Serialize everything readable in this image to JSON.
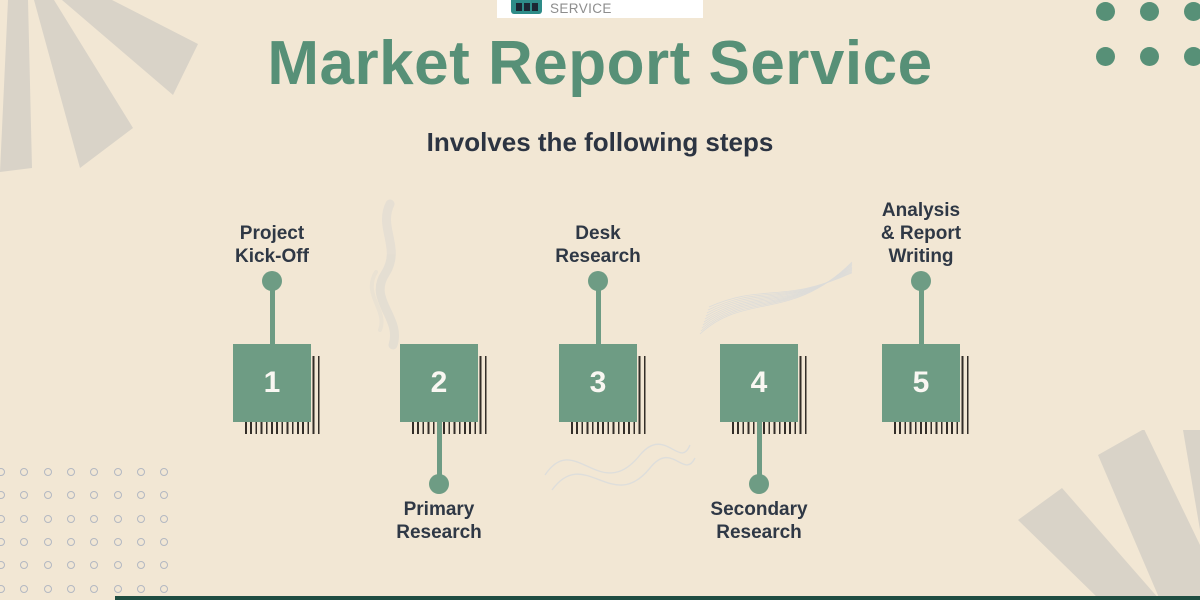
{
  "logo": {
    "icon": "bar-chart-icon",
    "text": "SERVICE"
  },
  "header": {
    "title": "Market Report Service",
    "subtitle": "Involves the following steps"
  },
  "steps": [
    {
      "number": "1",
      "label": "Project\nKick-Off",
      "label_position": "above"
    },
    {
      "number": "2",
      "label": "Primary\nResearch",
      "label_position": "below"
    },
    {
      "number": "3",
      "label": "Desk\nResearch",
      "label_position": "above"
    },
    {
      "number": "4",
      "label": "Secondary\nResearch",
      "label_position": "below"
    },
    {
      "number": "5",
      "label": "Analysis\n& Report\nWriting",
      "label_position": "above"
    }
  ],
  "colors": {
    "background": "#f2e7d4",
    "title_green": "#579077",
    "square_green": "#6e9c84",
    "dark_text": "#2c3442",
    "number_white": "#f9f7f2",
    "hatch_dark": "#332e28",
    "logo_teal": "#2e8c88",
    "wedge_gray": "#d9d3c8",
    "ring_gray": "#b3b8c2",
    "bottom_bar_green": "#1f4d41"
  }
}
